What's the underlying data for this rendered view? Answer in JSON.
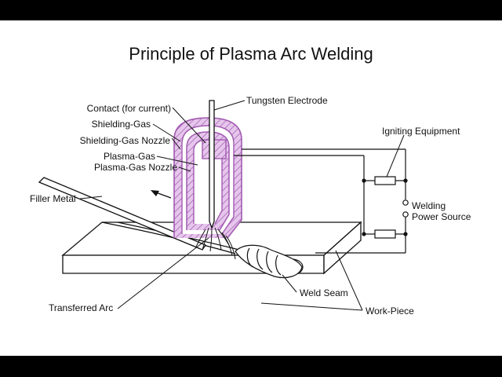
{
  "title": "Principle of Plasma Arc Welding",
  "labels": {
    "tungsten_electrode": "Tungsten Electrode",
    "contact": "Contact (for current)",
    "shielding_gas": "Shielding-Gas",
    "shielding_gas_nozzle": "Shielding-Gas Nozzle",
    "plasma_gas": "Plasma-Gas",
    "plasma_gas_nozzle": "Plasma-Gas Nozzle",
    "filler_metal": "Filler Metal",
    "igniting_equipment": "Igniting Equipment",
    "welding": "Welding",
    "power_source": "Power Source",
    "weld_seam": "Weld Seam",
    "work_piece": "Work-Piece",
    "transferred_arc": "Transferred Arc"
  },
  "colors": {
    "nozzle_fill": "#e6c6ec",
    "nozzle_stroke": "#a15ab0",
    "line": "#111111",
    "background": "#ffffff",
    "letterbox": "#000000"
  }
}
